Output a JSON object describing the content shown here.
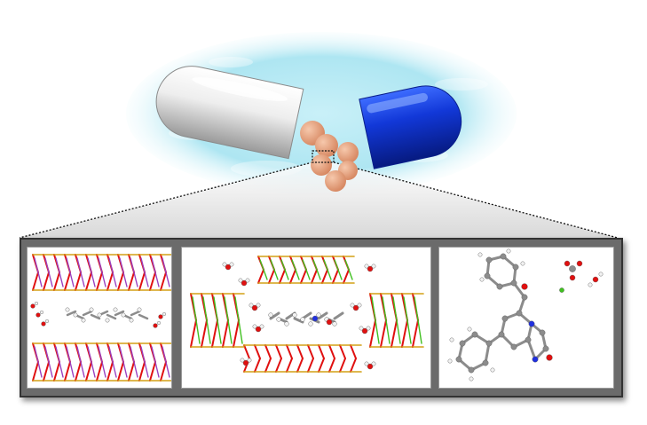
{
  "figure": {
    "pill": {
      "left_shell_color": "#e8e8e8",
      "right_shell_color": "#1238d8",
      "cloud_color": "#aee6f2",
      "particle_color": "#e8a07e"
    },
    "panels": [
      {
        "name": "layered-framework-with-intercalated-molecules"
      },
      {
        "name": "framework-pores-with-drug-molecule"
      },
      {
        "name": "isolated-drug-molecule"
      }
    ],
    "atom_colors": {
      "oxygen": "#e01010",
      "phosphorus": "#d4a017",
      "metal": "#40c020",
      "carbon": "#8c8c8c",
      "hydrogen": "#f2f2f2",
      "nitrogen": "#2030e0",
      "iodine": "#9a40c0"
    }
  }
}
